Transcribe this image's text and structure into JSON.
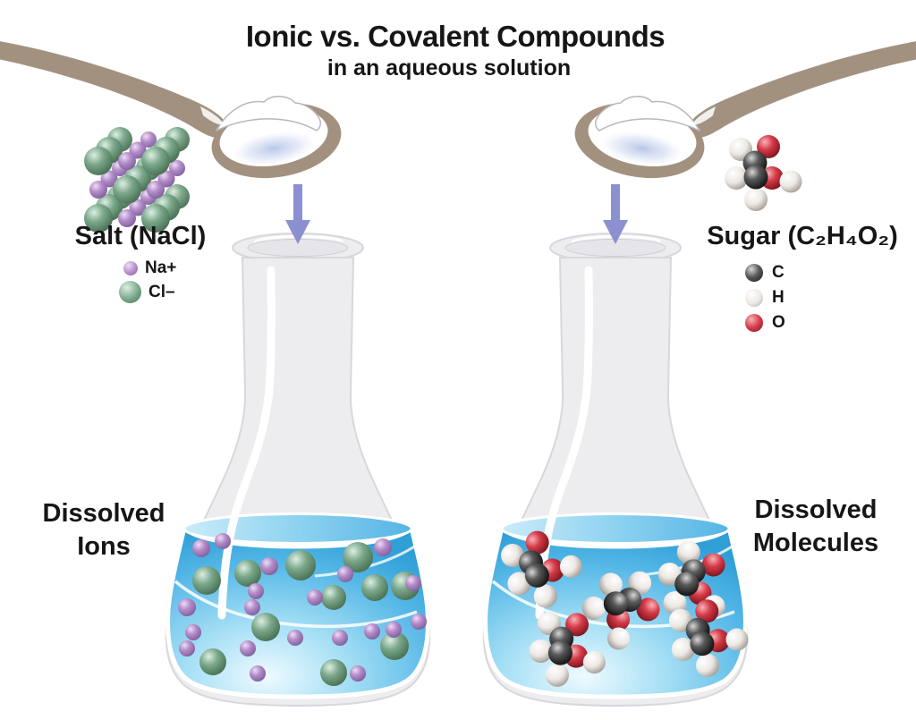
{
  "title": {
    "line1": "Ionic vs. Covalent Compounds",
    "line2": "in an aqueous solution"
  },
  "left_panel": {
    "compound_label": "Salt (NaCl)",
    "legend": [
      {
        "symbol": "Na+",
        "particle": "sodium-ion",
        "color": "#b48cc8"
      },
      {
        "symbol": "Cl–",
        "particle": "chloride-ion",
        "color": "#7aa78a"
      }
    ],
    "result": {
      "line1": "Dissolved",
      "line2": "Ions"
    }
  },
  "right_panel": {
    "compound_label": "Sugar (C₂H₄O₂)",
    "legend": [
      {
        "symbol": "C",
        "particle": "carbon-atom",
        "color": "#1a1a1a"
      },
      {
        "symbol": "H",
        "particle": "hydrogen-atom",
        "color": "#ece8e4"
      },
      {
        "symbol": "O",
        "particle": "oxygen-atom",
        "color": "#d63a48"
      }
    ],
    "result": {
      "line1": "Dissolved",
      "line2": "Molecules"
    }
  },
  "colors": {
    "na_ion": "#b48cc8",
    "cl_ion": "#7aa78a",
    "carbon": "#1a1a1a",
    "hydrogen": "#ece8e4",
    "oxygen": "#d63a48",
    "liquid": "#4fb4e4",
    "arrow": "#8b90d1",
    "spoon": "#a39180",
    "glass": "#ededf0",
    "text": "#161616"
  }
}
